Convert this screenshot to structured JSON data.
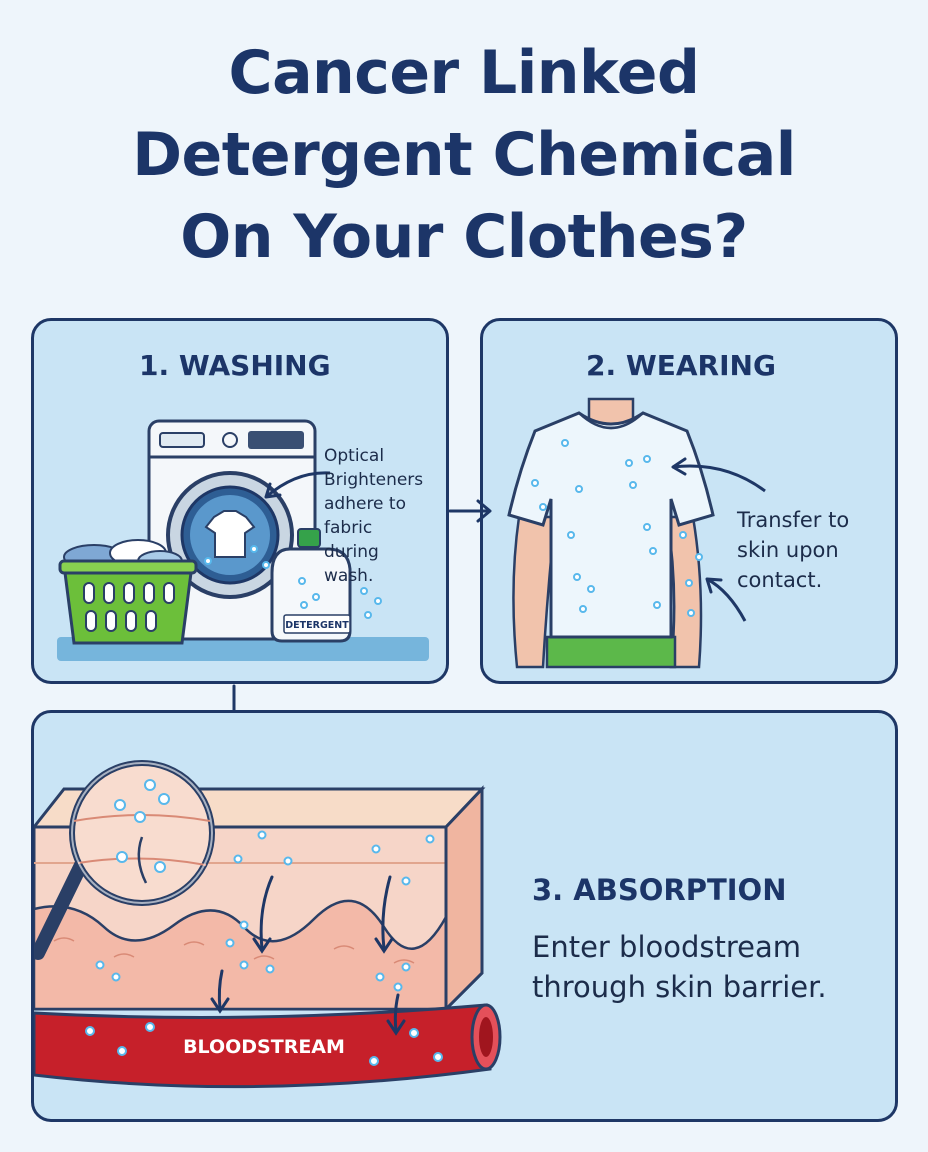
{
  "title": {
    "line1": "Cancer Linked",
    "line2": "Detergent Chemical",
    "line3": "On Your Clothes?"
  },
  "washing": {
    "heading": "1. WASHING",
    "note_lines": [
      "Optical",
      "Brighteners",
      "adhere to",
      "fabric",
      "during",
      "wash."
    ],
    "bottle_label": "DETERGENT"
  },
  "wearing": {
    "heading": "2. WEARING",
    "note_lines": [
      "Transfer to",
      "skin upon",
      "contact."
    ]
  },
  "absorption": {
    "heading": "3. ABSORPTION",
    "note_lines": [
      "Enter bloodstream",
      "through skin barrier."
    ],
    "vessel_label": "BLOODSTREAM"
  },
  "colors": {
    "navy": "#1c3568",
    "panel_fill": "#c9e4f5",
    "particle": "#58b8ec",
    "blood": "#c6202a",
    "skin": "#f3c7b8",
    "basket": "#6cbf3a"
  },
  "icons": [
    "washing-machine-icon",
    "laundry-basket-icon",
    "detergent-bottle-icon",
    "t-shirt-icon",
    "magnifier-icon",
    "skin-layer-icon",
    "blood-vessel-icon"
  ]
}
